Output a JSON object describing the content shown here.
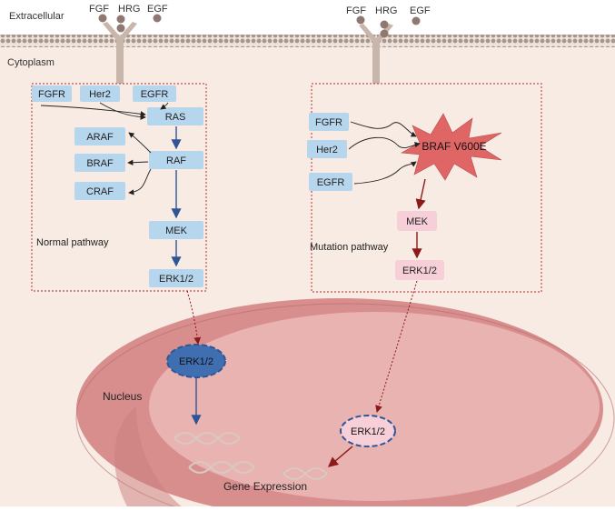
{
  "regions": {
    "extracellular": "Extracellular",
    "cytoplasm": "Cytoplasm",
    "nucleus": "Nucleus"
  },
  "ligands": {
    "left": [
      "FGF",
      "HRG",
      "EGF"
    ],
    "right": [
      "FGF",
      "HRG",
      "EGF"
    ]
  },
  "normal": {
    "title": "Normal pathway",
    "receptors": [
      "FGFR",
      "Her2",
      "EGFR"
    ],
    "ras": "RAS",
    "raf": "RAF",
    "isoforms": [
      "ARAF",
      "BRAF",
      "CRAF"
    ],
    "mek": "MEK",
    "erk": "ERK1/2"
  },
  "mutation": {
    "title": "Mutation pathway",
    "receptors": [
      "FGFR",
      "Her2",
      "EGFR"
    ],
    "braf": "BRAF V600E",
    "mek": "MEK",
    "erk": "ERK1/2"
  },
  "nucleus": {
    "erk_normal": "ERK1/2",
    "erk_mutation": "ERK1/2",
    "gene_expression": "Gene Expression"
  },
  "colors": {
    "cytoplasm": "#f8ebe3",
    "membrane": "#a6968d",
    "receptor": "#c9b6aa",
    "ligand": "#8f7872",
    "normal_box": "#b6d6ee",
    "normal_arrow": "#2f5597",
    "mutation_box": "#f6cfd8",
    "mutation_arrow": "#8b1a1a",
    "braf_star": "#e06666",
    "nucleus_outer": "#d98e8e",
    "nucleus_inner": "#e8b3b0",
    "dashed_border": "#c0504d"
  }
}
